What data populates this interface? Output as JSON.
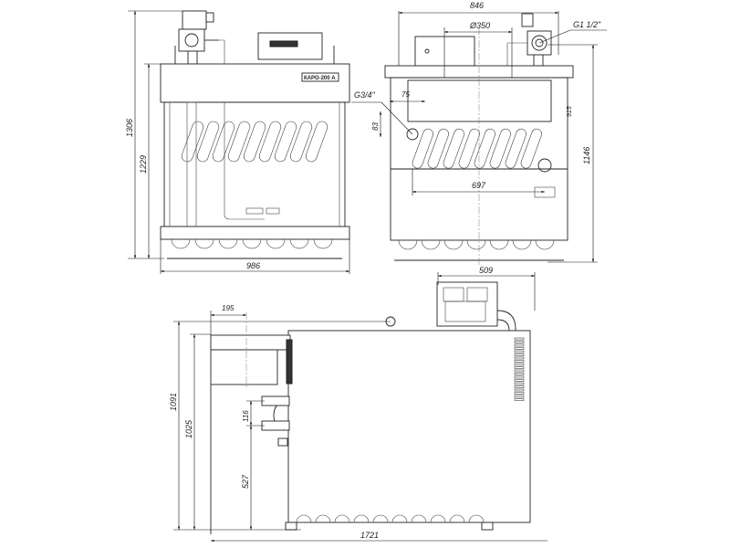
{
  "drawing": {
    "nameplate": "КАРО-200 А",
    "front_view": {
      "overall_height": "1306",
      "body_height": "1229",
      "width": "986"
    },
    "side_view": {
      "width": "846",
      "flue_diameter": "Ø350",
      "gas_connection": "G1 1/2\"",
      "water_connection": "G3/4\"",
      "connection_offset_x": "75",
      "connection_offset_y": "83",
      "inner_height": "915",
      "coil_span": "697",
      "height": "1146"
    },
    "top_view": {
      "burner_width": "509",
      "flue_depth": "195",
      "overall_length": "1091",
      "body_length": "1025",
      "pipe_spacing": "116",
      "pipe_offset": "527",
      "overall_width": "1721"
    }
  }
}
